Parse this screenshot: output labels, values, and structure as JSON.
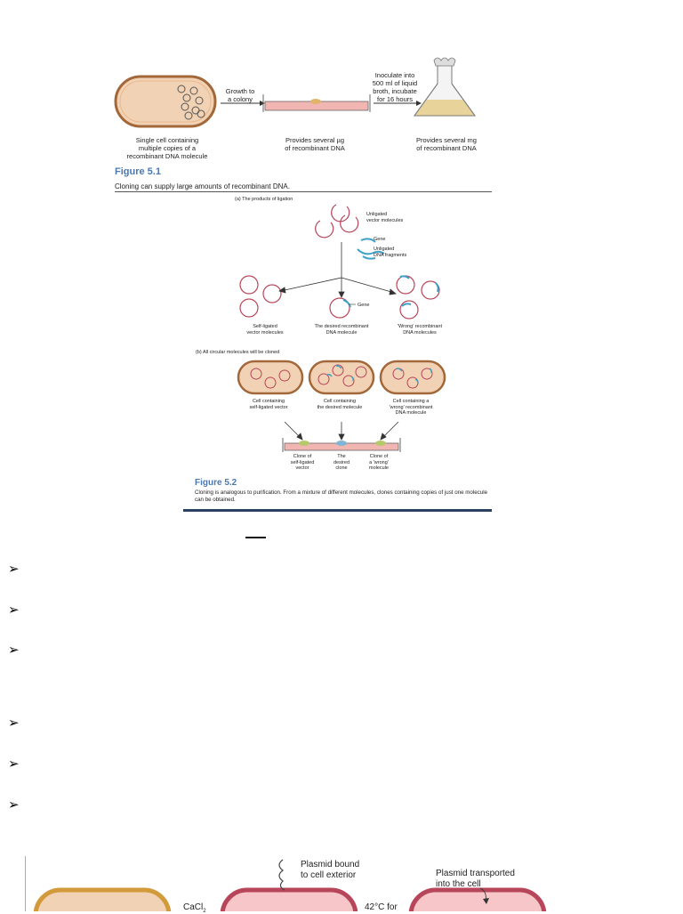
{
  "figure51": {
    "growth_label": "Growth to\na colony",
    "inoculate_label": "Inoculate into\n500 ml of liquid\nbroth, incubate\nfor 16 hours",
    "cell_caption": "Single cell containing\nmultiple copies of a\nrecombinant DNA molecule",
    "dish_caption": "Provides several µg\nof recombinant DNA",
    "flask_caption": "Provides several mg\nof recombinant DNA",
    "fig_label": "Figure 5.1",
    "caption": "Cloning can supply large amounts of recombinant DNA."
  },
  "figure52": {
    "part_a": "(a) The products of ligation",
    "unligated_vector": "Unligated\nvector molecules",
    "gene_top": "Gene",
    "unligated_dna": "Unligated\nDNA fragments",
    "gene_mid": "Gene",
    "self_ligated": "Self-ligated\nvector molecules",
    "desired_recombinant": "The desired recombinant\nDNA molecule",
    "wrong_recombinant": "'Wrong' recombinant\nDNA molecules",
    "part_b": "(b) All circular molecules will be cloned",
    "cell1": "Cell containing\nself-ligated vector",
    "cell2": "Cell containing\nthe desired molecule",
    "cell3": "Cell containing a\n'wrong' recombinant\nDNA molecule",
    "clone1": "Clone of\nself-ligated\nvector",
    "clone2": "The\ndesired\nclone",
    "clone3": "Clone of\na 'wrong'\nmolecule",
    "fig_label": "Figure 5.2",
    "caption": "Cloning is analogous to purification. From a mixture of different molecules, clones containing copies of just one molecule\ncan be obtained."
  },
  "bullets": [
    "➢",
    "➢",
    "➢",
    "➢",
    "➢",
    "➢"
  ],
  "figure_bottom": {
    "plasmid_bound": "Plasmid bound\nto cell exterior",
    "plasmid_transported": "Plasmid transported\ninto the cell",
    "cacl2": "CaCl",
    "heat": "42°C for"
  },
  "colors": {
    "fig_blue": "#4a78b4",
    "cell_tan": "#f2d2b4",
    "cell_pink": "#f6c6c8",
    "plasmid": "#b8465a",
    "gene": "#3fa0c8",
    "rule": "#2a4160"
  }
}
